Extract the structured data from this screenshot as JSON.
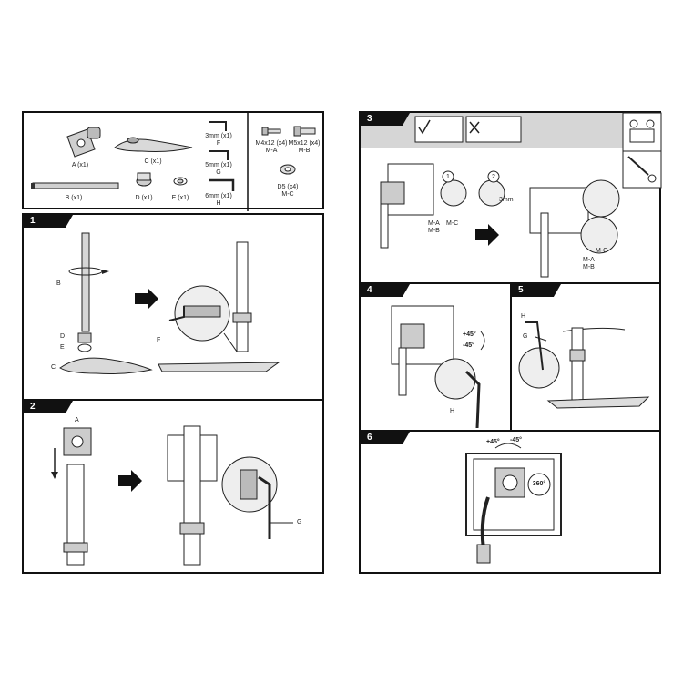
{
  "parts": {
    "A": "A (x1)",
    "B": "B (x1)",
    "C": "C (x1)",
    "D": "D (x1)",
    "E": "E (x1)",
    "F_size": "3mm (x1)",
    "F_letter": "F",
    "G_size": "5mm (x1)",
    "G_letter": "G",
    "H_size": "6mm (x1)",
    "H_letter": "H",
    "MA_size": "M4x12 (x4)",
    "MA_code": "M-A",
    "MB_size": "M5x12 (x4)",
    "MB_code": "M-B",
    "MC_size": "D5 (x4)",
    "MC_code": "M-C"
  },
  "steps": {
    "s1": {
      "number": "1",
      "labels": {
        "B": "B",
        "D": "D",
        "E": "E",
        "C": "C",
        "F": "F"
      }
    },
    "s2": {
      "number": "2",
      "labels": {
        "A": "A",
        "G": "G"
      }
    },
    "s3": {
      "number": "3",
      "circle1": "1",
      "circle2": "2",
      "gap": "3mm",
      "ma": "M-A",
      "mb": "M-B",
      "mc": "M-C",
      "ma2": "M-A",
      "mb2": "M-B",
      "mc2": "M-C"
    },
    "s4": {
      "number": "4",
      "plus": "+45°",
      "minus": "-45°",
      "H": "H"
    },
    "s5": {
      "number": "5",
      "H": "H",
      "G": "G"
    },
    "s6": {
      "number": "6",
      "plus": "+45°",
      "minus": "-45°",
      "rotate": "360°"
    }
  }
}
